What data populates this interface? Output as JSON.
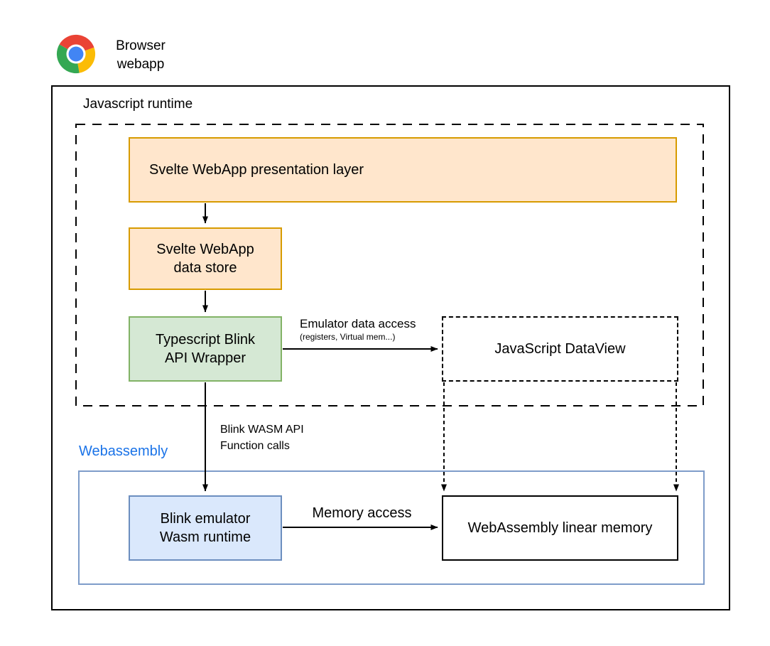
{
  "header": {
    "icon": "chrome-icon",
    "label": {
      "line1": "Browser",
      "line2": "webapp"
    }
  },
  "containers": {
    "javascript_runtime": {
      "label": "Javascript runtime",
      "border_color": "#000000",
      "border_style": "dashed"
    },
    "webassembly": {
      "label": "Webassembly",
      "label_color": "#1a73e8",
      "border_color": "#7e9cc9"
    },
    "browser_webapp_box": {
      "border_color": "#000000"
    }
  },
  "nodes": {
    "presentation_layer": {
      "label": "Svelte WebApp presentation layer",
      "fill": "#ffe6cc",
      "border": "#d79b00"
    },
    "data_store": {
      "line1": "Svelte WebApp",
      "line2": "data store",
      "fill": "#ffe6cc",
      "border": "#d79b00"
    },
    "ts_blink_api_wrapper": {
      "line1": "Typescript Blink",
      "line2": "API Wrapper",
      "fill": "#d5e8d4",
      "border": "#82b366"
    },
    "js_dataview": {
      "label": "JavaScript DataView",
      "fill": "#ffffff",
      "border": "#000000",
      "border_style": "dashed"
    },
    "blink_emulator": {
      "line1": "Blink emulator",
      "line2": "Wasm runtime",
      "fill": "#dae8fc",
      "border": "#6c8ebf"
    },
    "wasm_linear_memory": {
      "label": "WebAssembly linear memory",
      "fill": "#ffffff",
      "border": "#000000"
    }
  },
  "edge_labels": {
    "emulator_data_access": {
      "line1": "Emulator data access",
      "line2": "(registers, Virtual mem...)"
    },
    "blink_wasm_api": {
      "line1": "Blink WASM API",
      "line2": "Function calls"
    },
    "memory_access": {
      "label": "Memory access"
    }
  },
  "chrome_icon_colors": {
    "red": "#EA4335",
    "yellow": "#FBBC05",
    "green": "#34A853",
    "blue": "#4285F4",
    "ring": "#ffffff"
  }
}
